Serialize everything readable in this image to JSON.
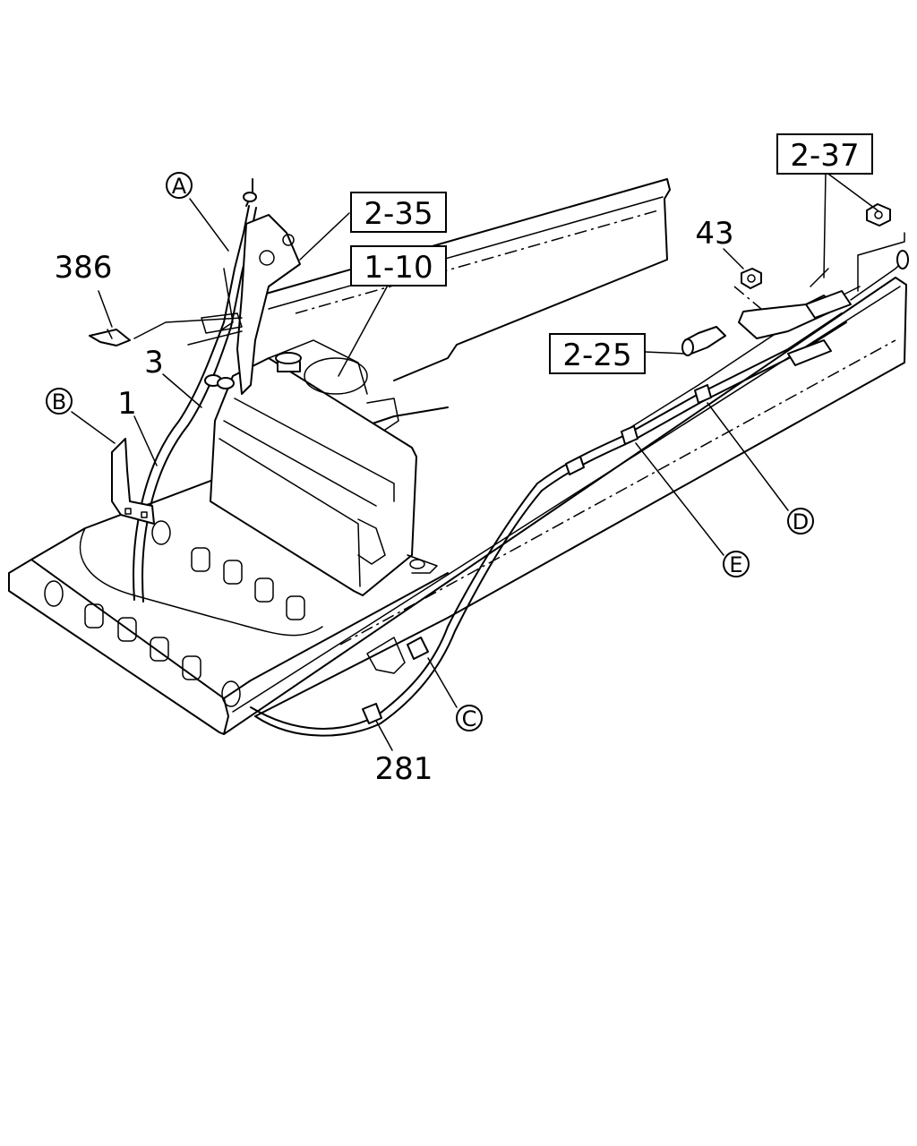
{
  "callouts": {
    "a": "A",
    "b": "B",
    "c": "C",
    "d": "D",
    "e": "E"
  },
  "refs": {
    "r2_35": "2-35",
    "r1_10": "1-10",
    "r2_37": "2-37",
    "r2_25": "2-25"
  },
  "parts": {
    "p386": "386",
    "p3": "3",
    "p1": "1",
    "p43": "43",
    "p281": "281"
  }
}
